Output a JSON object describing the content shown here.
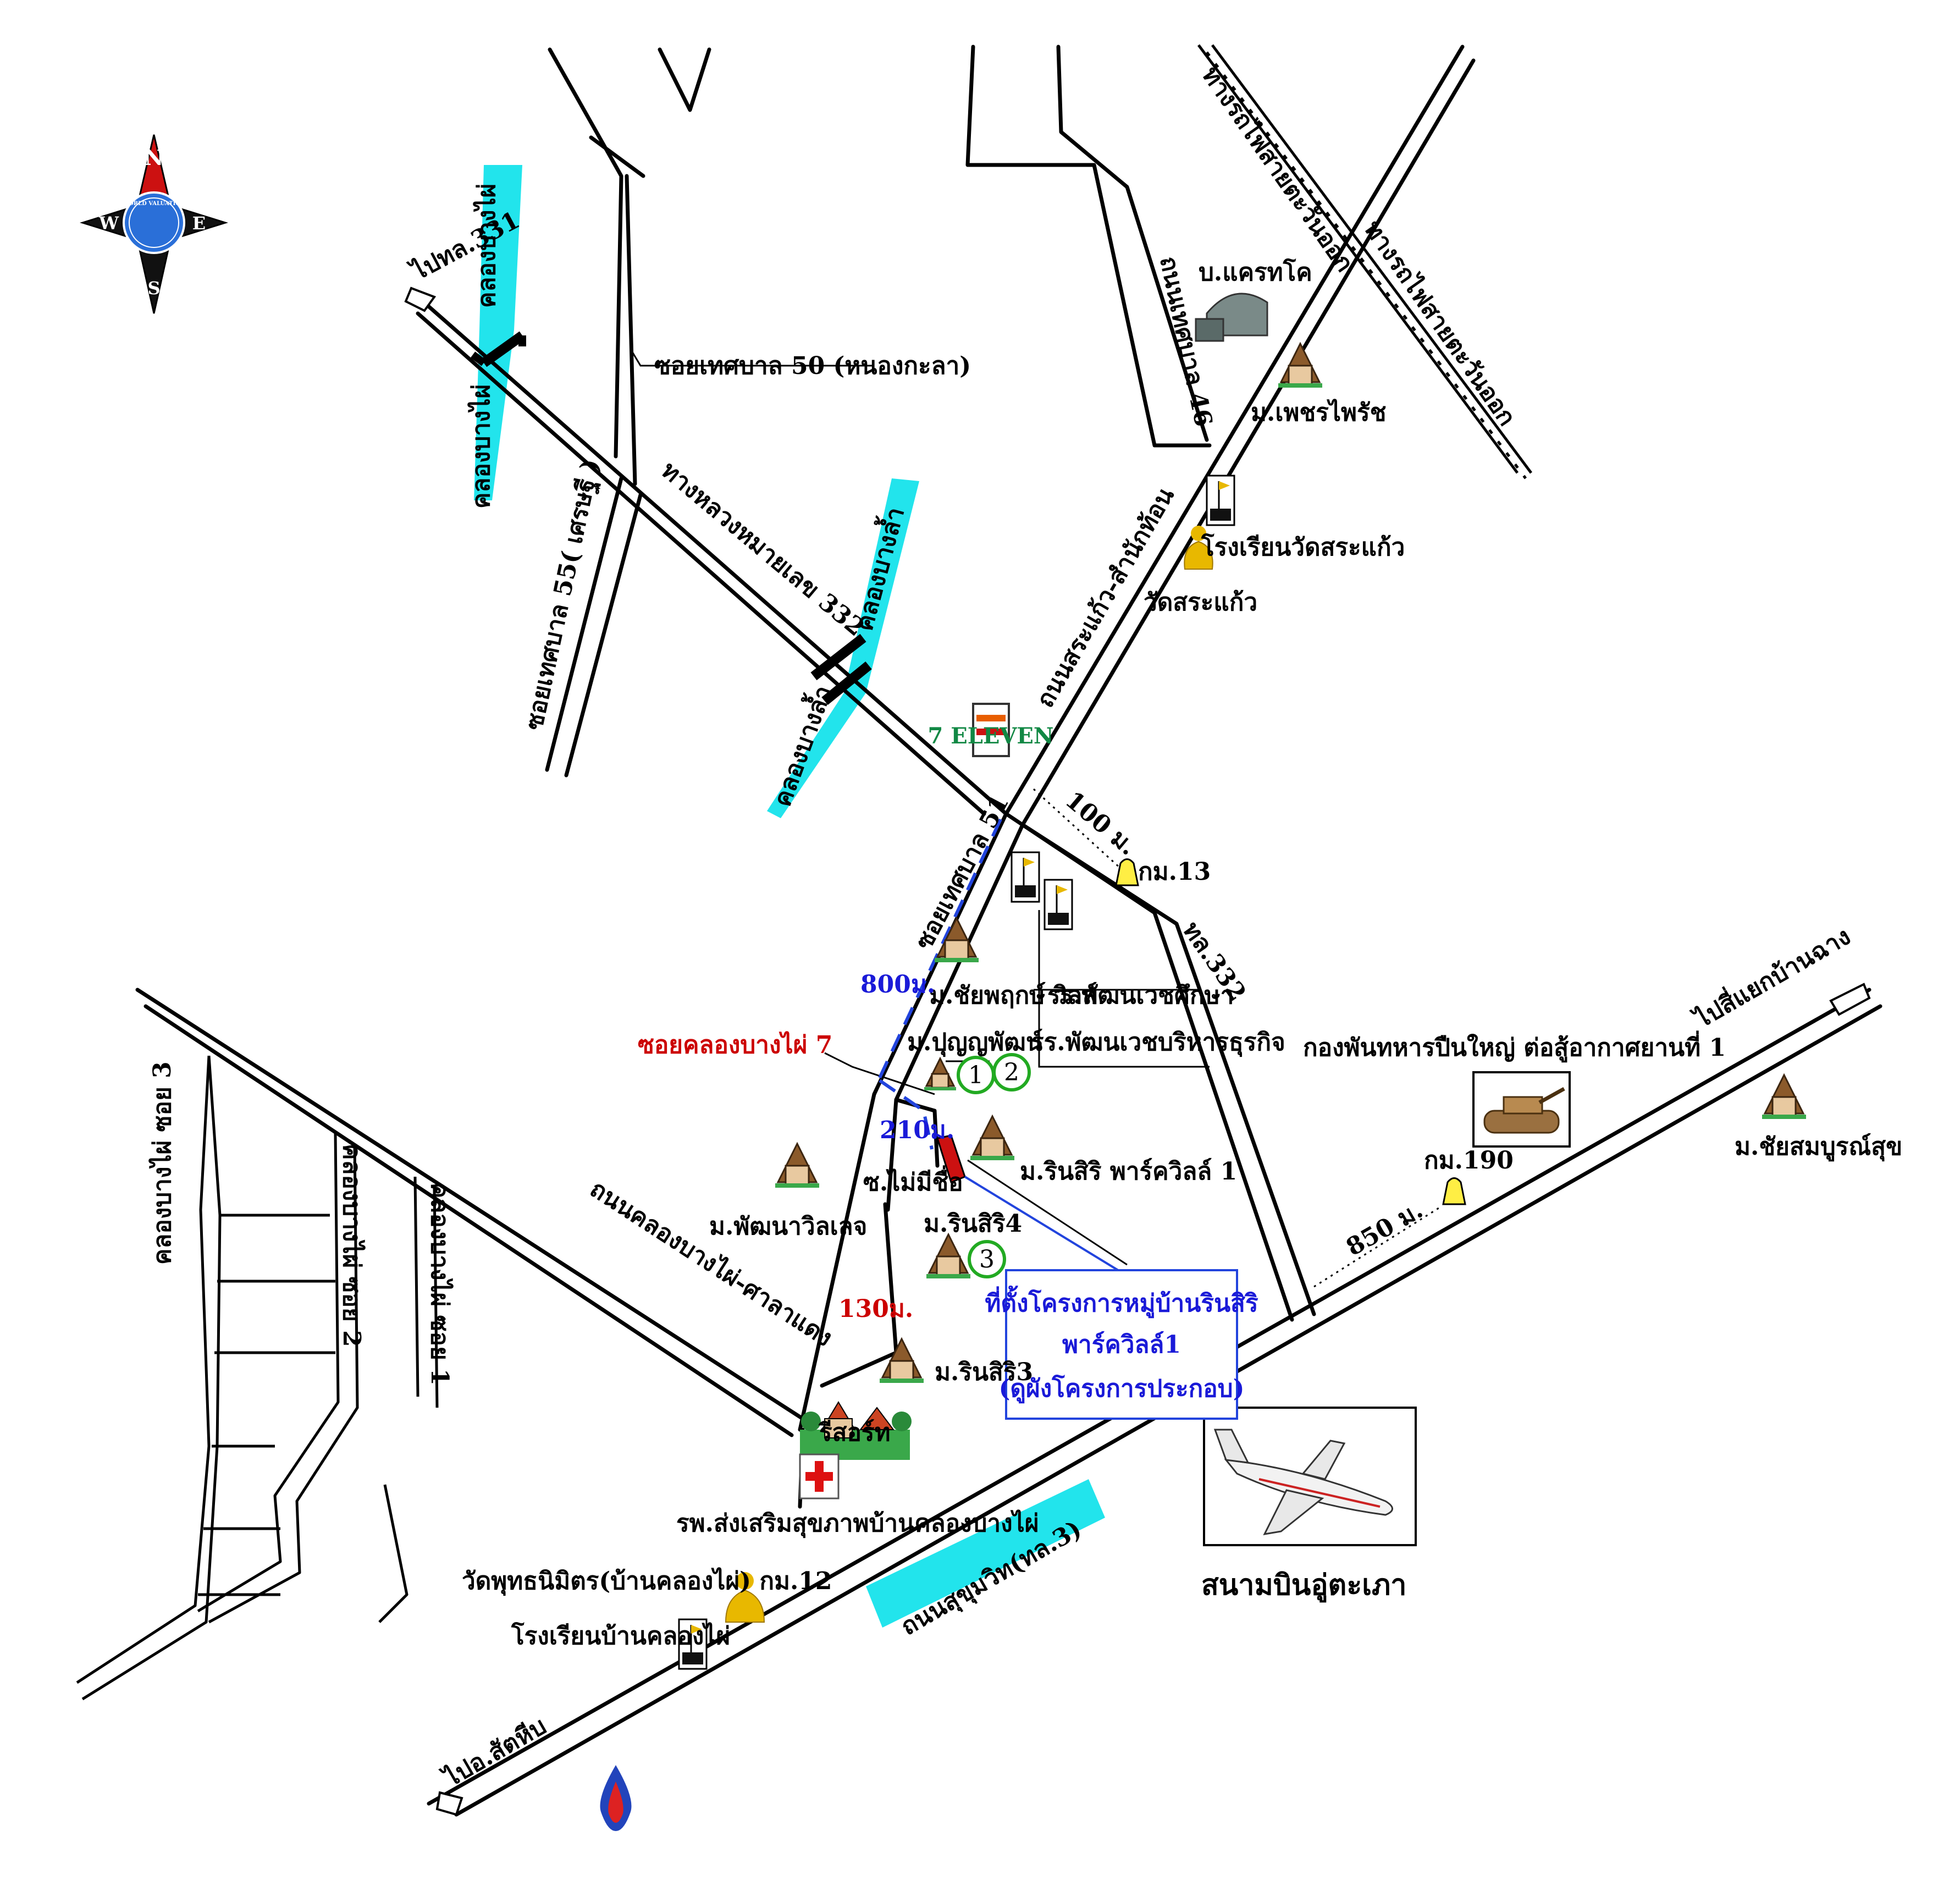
{
  "map": {
    "roads": {
      "highway_332": "ทางหลวงหมายเลข 332",
      "to_highway_331": "ไปทล.331",
      "soi_thetsaban_50": "ซอยเทศบาล 50 (หนองกะลา)",
      "soi_thetsaban_55": "ซอยเทศบาล 55( เศรษฐี )",
      "soi_thetsaban_46": "ถนนเทศบาล 46",
      "road_sa_kaeo": "ถนนสระแก้ว-สำนักท้อน",
      "soi_thetsaban_51": "ซอยเทศบาล 51",
      "tl_332": "ทล.332",
      "soi_khlong_bang_phai_7": "ซอยคลองบางไผ่ 7",
      "soi_no_name": "ซ.ไม่มีชื่อ",
      "road_khlong_bang_phai": "ถนนคลองบางไผ่-ศาลาแดง",
      "sukhumvit": "ถนนสุขุมวิท(ทล.3)",
      "to_sattahip": "ไปอ.สัตหีบ",
      "to_ban_chang": "ไปสี่แยกบ้านฉาง",
      "khlong_bang_phai_soi_3": "คลองบางไผ่ ซอย 3",
      "khlong_bang_phai_soi_2": "คลองบางไผ่ ซอย 2",
      "khlong_bang_phai_soi_1": "คลองบางไผ่ ซอย 1",
      "railway_1": "ทางรถไฟสายตะวันออก",
      "railway_2": "ทางรถไฟสายตะวันออก"
    },
    "canals": {
      "khlong_bang_phai_top": "คลองบางไผ่",
      "khlong_bang_phai_bottom": "คลองบางไผ่",
      "khlong_bang_la_top": "คลองบางล้ำ",
      "khlong_bang_la_bottom": "คลองบางล้ำ"
    },
    "places": {
      "caltex": "บ.แครทโค",
      "phet_phairat": "ม.เพชรไพรัช",
      "school_wat_sa_kaeo": "โรงเรียนวัดสระแก้ว",
      "wat_sa_kaeo": "วัดสระแก้ว",
      "km_13": "กม.13",
      "chai_phruek": "ม.ชัยพฤกษ์ วิลล์",
      "phatthanawet_school": "รร.พัฒนเวชศึกษา",
      "punyaphat": "ม.ปุญญพัฒน์",
      "phatthanawet_business": "รร.พัฒนเวชบริหารธุรกิจ",
      "rinsiri_park_1": "ม.รินสิริ พาร์ควิลล์ 1",
      "phatthana_villa": "ม.พัฒนาวิลเลจ",
      "rinsiri_4": "ม.รินสิริ4",
      "rinsiri_3": "ม.รินสิริ3",
      "resort": "รีสอร์ท",
      "hospital": "รพ.ส่งเสริมสุขภาพบ้านคลองบางไผ่",
      "wat_phutthanimit": "วัดพุทธนิมิตร(บ้านคลองไผ่) กม.12",
      "school_khlong_phai": "โรงเรียนบ้านคลองไผ่",
      "tank_battalion": "กองพันทหารปืนใหญ่ ต่อสู้อากาศยานที่ 1",
      "km_190": "กม.190",
      "chai_somboon": "ม.ชัยสมบูรณ์สุข",
      "airport": "สนามบินอู่ตะเภา",
      "seven_eleven": "7 ELEVEN"
    },
    "distances": {
      "d_100": "100 ม.",
      "d_800": "800ม.",
      "d_210": "210ม.",
      "d_130": "130ม.",
      "d_850": "850 ม."
    },
    "markers": {
      "m1": "1",
      "m2": "2",
      "m3": "3"
    },
    "project_box": {
      "line1": "ที่ตั้งโครงการหมู่บ้านรินสิริ",
      "line2": "พาร์ควิลล์1",
      "line3": "(ดูผังโครงการประกอบ)"
    },
    "compass": {
      "n": "N",
      "s": "S",
      "e": "E",
      "w": "W",
      "logo_text": "WORLD VALUATION"
    },
    "colors": {
      "canal": "#22e4ec",
      "route_blue": "#2244dd",
      "site_red": "#cc1111",
      "circle_green": "#22aa22",
      "distance_red": "#cc0000"
    },
    "icons": {
      "compass": "compass-rose-icon",
      "village": "village-house-icon",
      "school": "school-flag-icon",
      "temple": "buddha-temple-icon",
      "km_marker": "km-bell-icon",
      "hospital": "red-cross-icon",
      "airplane": "airplane-icon",
      "tank": "tank-icon",
      "warehouse": "warehouse-icon",
      "store": "seven-eleven-icon",
      "fuel": "fuel-drop-icon"
    }
  }
}
